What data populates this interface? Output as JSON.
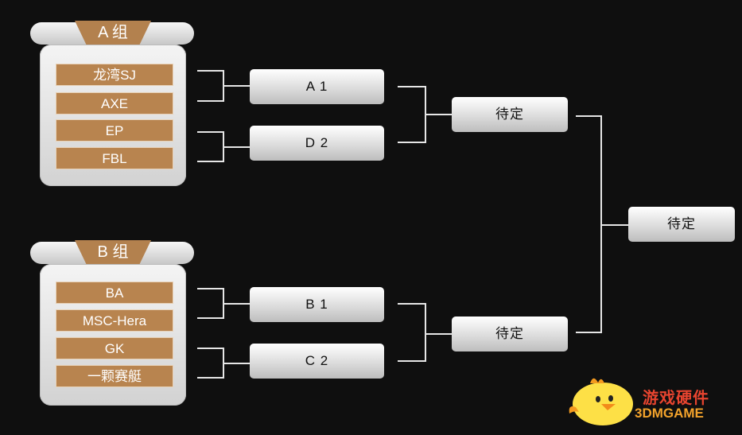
{
  "groups": [
    {
      "title": "A 组",
      "teams": [
        "龙湾SJ",
        "AXE",
        "EP",
        "FBL"
      ]
    },
    {
      "title": "B 组",
      "teams": [
        "BA",
        "MSC-Hera",
        "GK",
        "一颗赛艇"
      ]
    }
  ],
  "round1": [
    "A 1",
    "D 2",
    "B 1",
    "C 2"
  ],
  "semis": [
    "待定",
    "待定"
  ],
  "final": "待定",
  "watermark": {
    "cn": "游戏硬件",
    "en": "3DMGAME"
  }
}
